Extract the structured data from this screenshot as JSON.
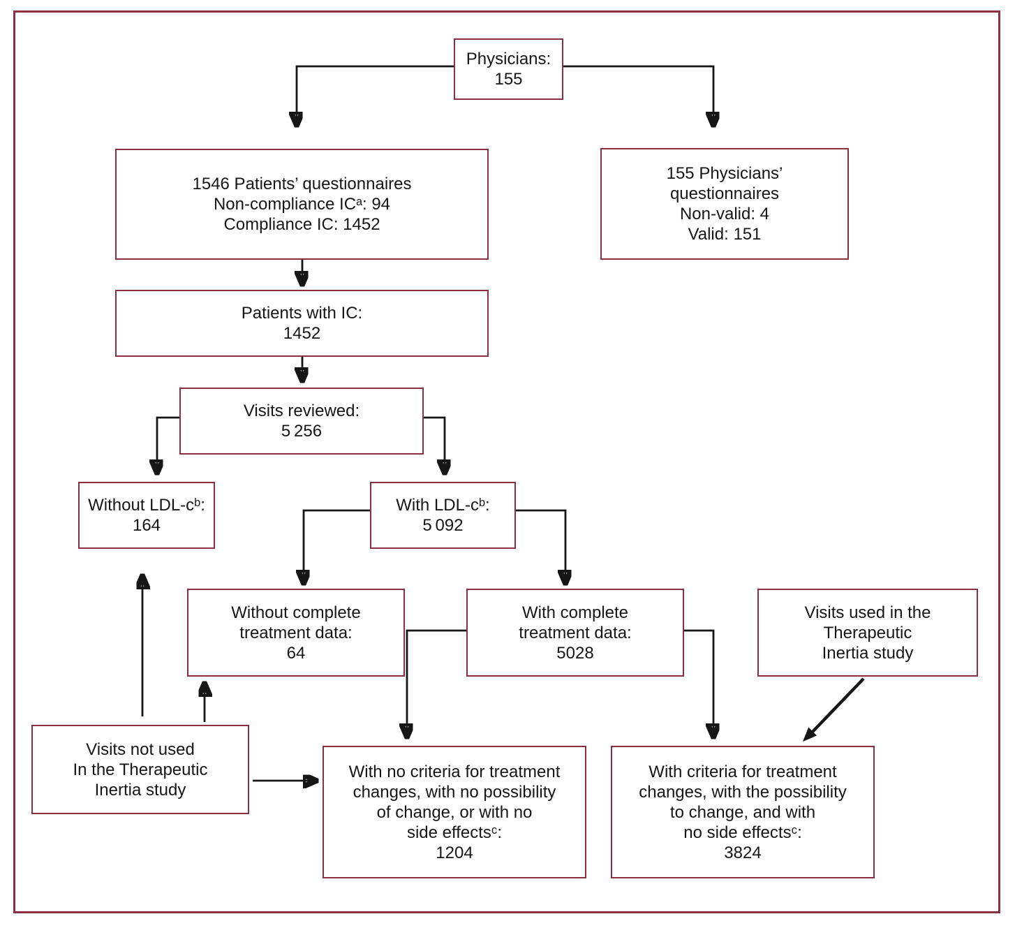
{
  "figure": {
    "type": "flowchart",
    "border_color": "#8b2f42",
    "line_color": "#161616",
    "background": "#ffffff"
  },
  "flowchart": {
    "nodes": {
      "physicians": {
        "lines": [
          "Physicians:",
          "155"
        ]
      },
      "patients_questionnaires": {
        "lines": [
          "1546 Patients’ questionnaires",
          "Non-compliance ICᵃ: 94",
          "Compliance IC: 1452"
        ]
      },
      "physicians_questionnaires": {
        "lines": [
          "155 Physicians’",
          "questionnaires",
          "Non-valid: 4",
          "Valid: 151"
        ]
      },
      "patients_with_ic": {
        "lines": [
          "Patients with IC:",
          "1452"
        ]
      },
      "visits_reviewed": {
        "lines": [
          "Visits reviewed:",
          "5 256"
        ]
      },
      "without_ldl": {
        "lines": [
          "Without LDL-cᵇ:",
          "164"
        ]
      },
      "with_ldl": {
        "lines": [
          "With LDL-cᵇ:",
          "5 092"
        ]
      },
      "without_complete_treatment": {
        "lines": [
          "Without complete",
          "treatment data:",
          "64"
        ]
      },
      "with_complete_treatment": {
        "lines": [
          "With complete",
          "treatment data:",
          "5028"
        ]
      },
      "visits_used": {
        "lines": [
          "Visits used in the",
          "Therapeutic",
          "Inertia study"
        ]
      },
      "visits_not_used": {
        "lines": [
          "Visits not used",
          "In the Therapeutic",
          "Inertia study"
        ]
      },
      "no_criteria_for_change": {
        "lines": [
          "With no criteria for treatment",
          "changes, with no possibility",
          "of change, or with no",
          "side effectsᶜ:",
          "1204"
        ]
      },
      "criteria_for_change": {
        "lines": [
          "With criteria for treatment",
          "changes, with the possibility",
          "to change, and with",
          "no side effectsᶜ:",
          "3824"
        ]
      }
    }
  }
}
